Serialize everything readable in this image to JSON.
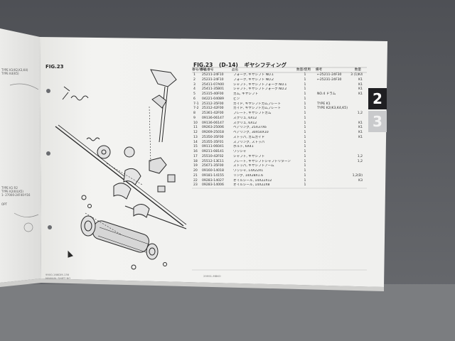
{
  "tabs": [
    "2",
    "3"
  ],
  "left_page": {
    "notes_top": [
      "TYPE K1(K2,K3,K4)",
      "TYPE K4(K5)"
    ],
    "notes_bottom": [
      "TYPE K1 R2",
      "TYPE K2(K4,K5)",
      "1- 27000-24F40-Y16",
      "OPT"
    ]
  },
  "figure": {
    "label": "FIG.23",
    "title_fig": "FIG.23",
    "title_code": "(D-14)",
    "title_text": "ギヤシフティング",
    "headers": [
      "番号/番号",
      "部品番号",
      "品名",
      "数量/使用",
      "備考",
      "数量"
    ]
  },
  "parts": [
    {
      "no": "1",
      "pn": "25211-24F10",
      "name": "フォーク, ギヤシフト NO.1",
      "q": "1",
      "rm": "←25211-24F30",
      "q2": "3 (1)K4"
    },
    {
      "no": "2",
      "pn": "25231-24F10",
      "name": "フォーク, ギヤシフト NO.2",
      "q": "1",
      "rm": "←25231-24F30",
      "q2": "K1"
    },
    {
      "no": "3",
      "pn": "25411-07A00",
      "name": "シャフト, ギヤシフトフォーク NO.1",
      "q": "1",
      "rm": "",
      "q2": "K1"
    },
    {
      "no": "4",
      "pn": "25411-35B01",
      "name": "シャフト, ギヤシフトフォーク NO.2",
      "q": "1",
      "rm": "",
      "q2": "K1"
    },
    {
      "no": "5",
      "pn": "25315-40F00",
      "name": "カム, ギヤシフト",
      "q": "1",
      "rm": "NO.4 ドラム",
      "q2": "K1"
    },
    {
      "no": "6",
      "pn": "04221-04089",
      "name": "ピン",
      "q": "1",
      "rm": "",
      "q2": ""
    },
    {
      "no": "7-1",
      "pn": "25312-35F00",
      "name": "ガイド, ギヤシフトカムプレート",
      "q": "1",
      "rm": "TYPE K1",
      "q2": ""
    },
    {
      "no": "7-2",
      "pn": "25312-42F00",
      "name": "ガイド, ギヤシフトカムプレート",
      "q": "1",
      "rm": "TYPE K2(K3,K4,K5)",
      "q2": ""
    },
    {
      "no": "8",
      "pn": "25361-42F00",
      "name": "プレート, ギヤシフトカム",
      "q": "1",
      "rm": "",
      "q2": "1,2"
    },
    {
      "no": "9",
      "pn": "09136-06147",
      "name": "スクリュ, 6X12",
      "q": "1",
      "rm": "",
      "q2": ""
    },
    {
      "no": "10",
      "pn": "09136-06147",
      "name": "スクリュ, 6X12",
      "q": "1",
      "rm": "",
      "q2": "K1"
    },
    {
      "no": "11",
      "pn": "09263-25006",
      "name": "ベアリング, 25X37X6",
      "q": "1",
      "rm": "",
      "q2": "K1"
    },
    {
      "no": "12",
      "pn": "09269-25018",
      "name": "ベアリング, 30X50X10",
      "q": "1",
      "rm": "",
      "q2": "K1"
    },
    {
      "no": "13",
      "pn": "25350-35F00",
      "name": "ストッパ, カムガイド",
      "q": "1",
      "rm": "",
      "q2": "K1"
    },
    {
      "no": "14",
      "pn": "25355-35F01",
      "name": "スプリング, ストッパ",
      "q": "1",
      "rm": "",
      "q2": ""
    },
    {
      "no": "15",
      "pn": "09111-06041",
      "name": "ボルト, 6X41",
      "q": "1",
      "rm": "",
      "q2": ""
    },
    {
      "no": "16",
      "pn": "09211-08141",
      "name": "ワッシャ",
      "q": "1",
      "rm": "",
      "q2": ""
    },
    {
      "no": "17",
      "pn": "25510-42F02",
      "name": "シャフト, ギヤシフト",
      "q": "1",
      "rm": "",
      "q2": "1,2"
    },
    {
      "no": "18",
      "pn": "25512-13E11",
      "name": "プレート, ギヤシフトシャフトリターン",
      "q": "1",
      "rm": "",
      "q2": "1,2"
    },
    {
      "no": "19",
      "pn": "25671-35F00",
      "name": "ストッパ, ギヤシフトアーム",
      "q": "1",
      "rm": "",
      "q2": ""
    },
    {
      "no": "20",
      "pn": "09160-14018",
      "name": "ワッシャ, 14X22X1",
      "q": "1",
      "rm": "",
      "q2": ""
    },
    {
      "no": "21",
      "pn": "09181-14155",
      "name": "リング, 14X28X1.6",
      "q": "1",
      "rm": "",
      "q2": "1,2(D)"
    },
    {
      "no": "22",
      "pn": "09283-14027",
      "name": "オイルシール, 14X22X12",
      "q": "1",
      "rm": "",
      "q2": "K3"
    },
    {
      "no": "23",
      "pn": "09283-14006",
      "name": "オイルシール, 14X22X8",
      "q": "1",
      "rm": "",
      "q2": ""
    }
  ],
  "footer": {
    "left": [
      "9900-166DM-136",
      "MANUAL SHIFT NO"
    ],
    "center": "29991-MBKO"
  }
}
